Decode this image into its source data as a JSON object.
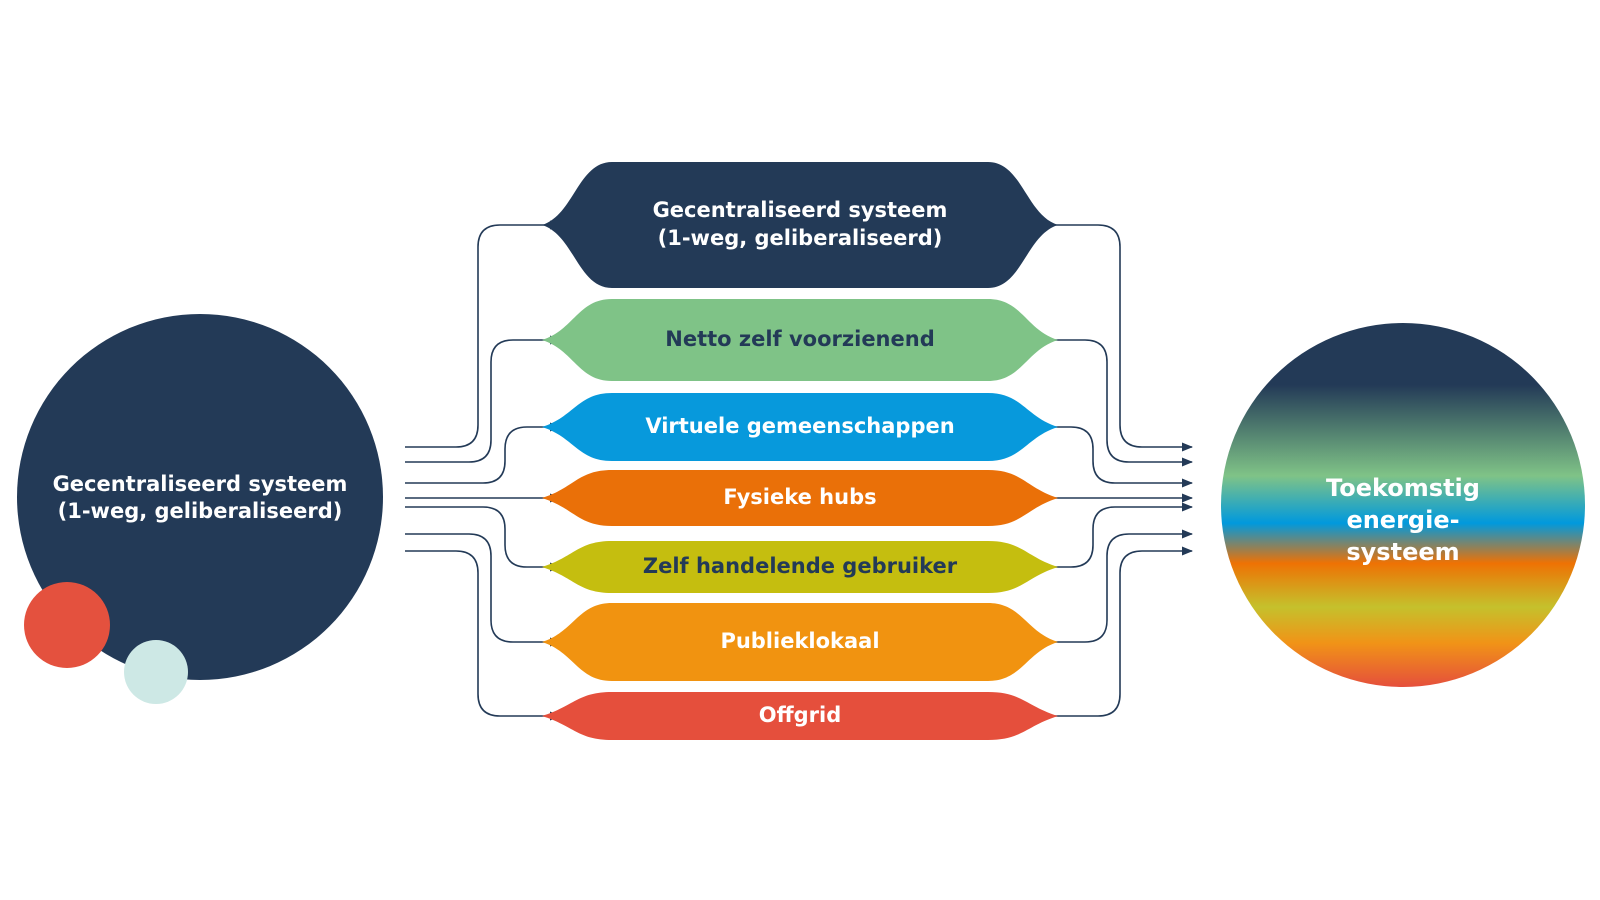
{
  "source": {
    "line1": "Gecentraliseerd systeem",
    "line2": "(1-weg, geliberaliseerd)",
    "color": "#233a57"
  },
  "decor": {
    "red": "#e4513e",
    "mint": "#cde8e5"
  },
  "target": {
    "lines": [
      "Toekomstig",
      "energie-",
      "systeem"
    ],
    "gradient": [
      "#233a57",
      "#233a57",
      "#7fc387",
      "#0099dd",
      "#ee7204",
      "#c5c12c",
      "#f19317",
      "#e54f3c"
    ]
  },
  "connector_color": "#233a57",
  "pathways": [
    {
      "lines": [
        "Gecentraliseerd systeem",
        "(1-weg, geliberaliseerd)"
      ],
      "color": "#233a57",
      "text_color": "#ffffff"
    },
    {
      "lines": [
        "Netto zelf voorzienend"
      ],
      "color": "#7fc387",
      "text_color": "#233a57"
    },
    {
      "lines": [
        "Virtuele gemeenschappen"
      ],
      "color": "#0799dc",
      "text_color": "#ffffff"
    },
    {
      "lines": [
        "Fysieke hubs"
      ],
      "color": "#ea7008",
      "text_color": "#ffffff"
    },
    {
      "lines": [
        "Zelf handelende gebruiker"
      ],
      "color": "#c5be0f",
      "text_color": "#233a57"
    },
    {
      "lines": [
        "Publieklokaal"
      ],
      "color": "#f19310",
      "text_color": "#ffffff"
    },
    {
      "lines": [
        "Offgrid"
      ],
      "color": "#e54f3c",
      "text_color": "#ffffff"
    }
  ]
}
